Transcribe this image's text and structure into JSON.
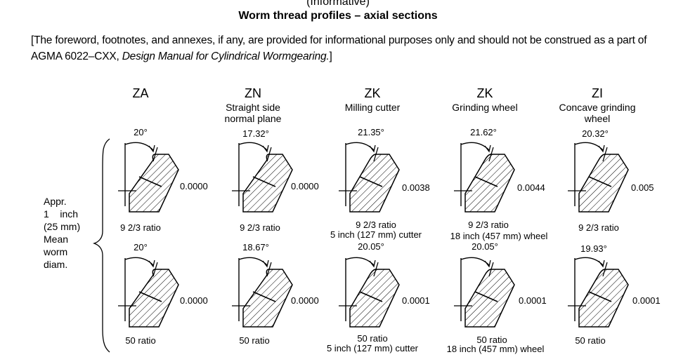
{
  "header": {
    "informative": "(Informative)",
    "title": "Worm thread profiles – axial sections",
    "note_prefix": "[The foreword, footnotes, and annexes, if any, are provided for informational purposes only and should not be construed as a part of AGMA 6022–CXX, ",
    "note_italic": "Design Manual for Cylindrical Wormgearing.",
    "note_suffix": "]"
  },
  "side_label": "Appr.\n1    inch\n(25 mm)\nMean\nworm\ndiam.",
  "columns": [
    {
      "type": "ZA",
      "subtitle": ""
    },
    {
      "type": "ZN",
      "subtitle": "Straight side\nnormal plane"
    },
    {
      "type": "ZK",
      "subtitle": "Milling cutter"
    },
    {
      "type": "ZK",
      "subtitle": "Grinding wheel"
    },
    {
      "type": "ZI",
      "subtitle": "Concave grinding\nwheel"
    }
  ],
  "row1": [
    {
      "angle": "20°",
      "value": "0.0000",
      "ratio": "9 2/3 ratio",
      "tool": ""
    },
    {
      "angle": "17.32°",
      "value": "0.0000",
      "ratio": "9 2/3 ratio",
      "tool": ""
    },
    {
      "angle": "21.35°",
      "value": "0.0038",
      "ratio": "9 2/3 ratio",
      "tool": "5 inch  (127 mm) cutter"
    },
    {
      "angle": "21.62°",
      "value": "0.0044",
      "ratio": "9 2/3 ratio",
      "tool": "18 inch (457 mm) wheel"
    },
    {
      "angle": "20.32°",
      "value": "0.005",
      "ratio": "9 2/3 ratio",
      "tool": ""
    }
  ],
  "row2": [
    {
      "angle": "20°",
      "value": "0.0000",
      "ratio": "50 ratio",
      "tool": ""
    },
    {
      "angle": "18.67°",
      "value": "0.0000",
      "ratio": "50 ratio",
      "tool": ""
    },
    {
      "angle": "20.05°",
      "value": "0.0001",
      "ratio": "50 ratio",
      "tool": "5 inch  (127 mm) cutter"
    },
    {
      "angle": "20.05°",
      "value": "0.0001",
      "ratio": "50 ratio",
      "tool": "18 inch (457 mm) wheel"
    },
    {
      "angle": "19.93°",
      "value": "0.0001",
      "ratio": "50 ratio",
      "tool": ""
    }
  ]
}
